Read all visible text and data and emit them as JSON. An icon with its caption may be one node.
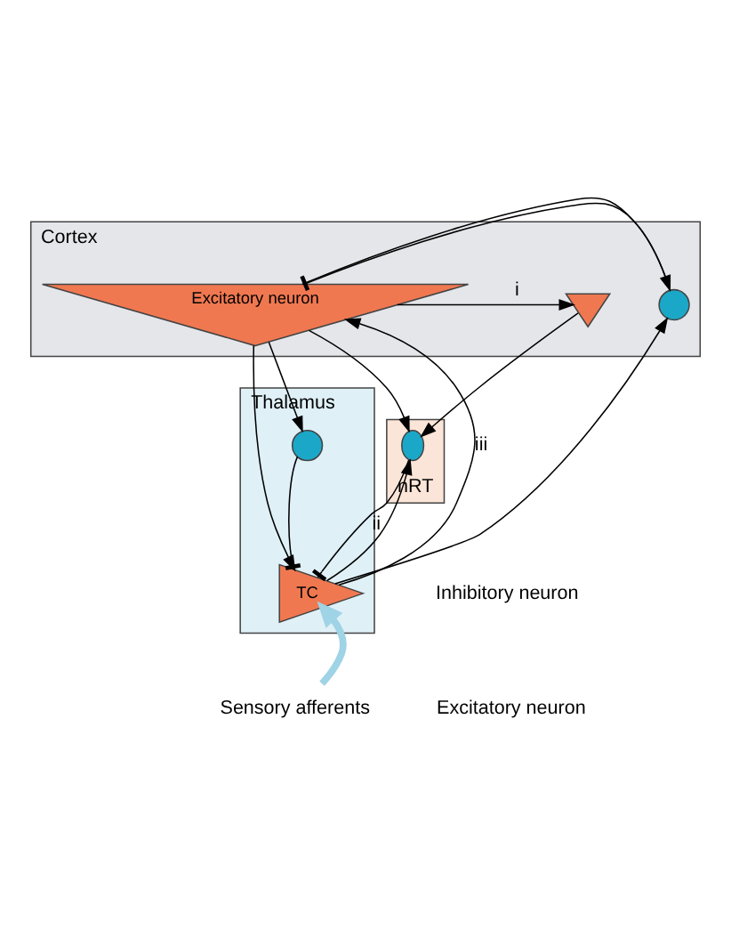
{
  "diagram": {
    "nodes": [
      {
        "text": [
          "Cortex"
        ]
      },
      {
        "text": [],
        "shape": "triangle",
        "in": 0
      },
      {
        "text": [
          "Excitatory neuron"
        ],
        "in": 0
      },
      {
        "text": [],
        "shape": "circle",
        "in": 0
      },
      {
        "text": [
          "nRT"
        ]
      },
      {
        "text": [],
        "shape": "circle",
        "in": 4
      },
      {
        "text": [
          "Thalamus"
        ]
      },
      {
        "text": [],
        "shape": "circle",
        "in": 6
      },
      {
        "text": [
          "TC"
        ],
        "in": 6
      },
      {
        "text": [
          "Sensory afferents"
        ]
      }
    ],
    "edges": [
      {
        "from": 2,
        "to": 1,
        "arrow": "to",
        "label": "i"
      },
      {
        "from": 2,
        "to": 3,
        "arrow": "to"
      },
      {
        "from": 3,
        "to": 2,
        "arrow": "other"
      },
      {
        "from": 1,
        "to": 5,
        "arrow": "to"
      },
      {
        "from": 2,
        "to": 5,
        "arrow": "to"
      },
      {
        "from": 2,
        "to": 7,
        "arrow": "to"
      },
      {
        "from": 2,
        "to": 8,
        "arrow": "to"
      },
      {
        "from": 8,
        "to": 2,
        "arrow": "to",
        "label": "iii"
      },
      {
        "from": 8,
        "to": 3,
        "arrow": "to"
      },
      {
        "from": 8,
        "to": 5,
        "arrow": "to"
      },
      {
        "from": 5,
        "to": 8,
        "arrow": "other",
        "label": "ii"
      },
      {
        "from": 7,
        "to": 8,
        "arrow": "other"
      },
      {
        "from": 9,
        "to": 8,
        "arrow": "to",
        "style": "thick",
        "color": "#9fd3e6"
      }
    ],
    "legend": [
      {
        "text": "Inhibitory neuron"
      },
      {
        "text": "Excitatory neuron"
      }
    ]
  }
}
